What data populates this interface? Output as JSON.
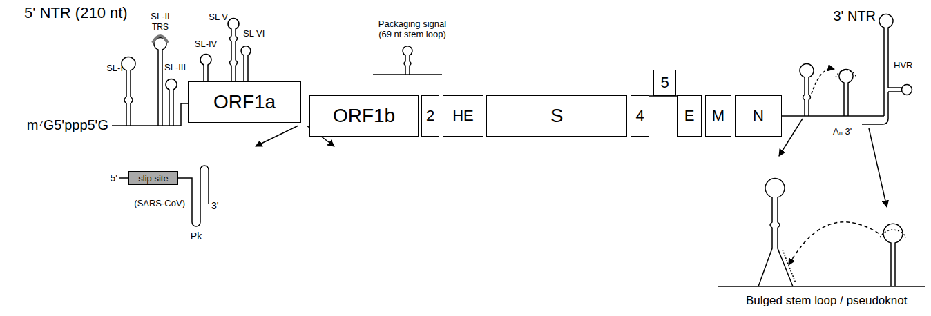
{
  "diagram": {
    "nodes": [
      {
        "text": [
          "ORF1a"
        ]
      },
      {
        "text": [
          "ORF1b"
        ]
      },
      {
        "text": [
          "2"
        ]
      },
      {
        "text": [
          "HE"
        ]
      },
      {
        "text": [
          "S"
        ]
      },
      {
        "text": [
          "4"
        ]
      },
      {
        "text": [
          "5"
        ]
      },
      {
        "text": [
          "E"
        ]
      },
      {
        "text": [
          "M"
        ]
      },
      {
        "text": [
          "N"
        ]
      },
      {
        "text": [
          "slip site"
        ]
      }
    ],
    "labels": [
      "5' NTR (210 nt)",
      "SL-I",
      "SL-II",
      "TRS",
      "SL-III",
      "SL-IV",
      "SL V",
      "SL VI",
      "m⁷G5'ppp5'G",
      "Packaging signal (69 nt stem loop)",
      "5'",
      "(SARS-CoV)",
      "3'",
      "Pk",
      "3' NTR",
      "HVR",
      "Aₙ 3'",
      "Bulged stem loop / pseudoknot"
    ]
  }
}
